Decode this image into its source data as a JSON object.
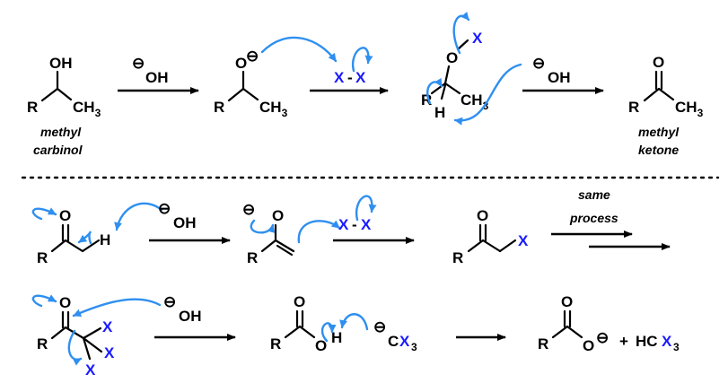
{
  "colors": {
    "text": "#000000",
    "halogen": "#1a1aff",
    "curved_arrow": "#2f8ff0"
  },
  "atoms": {
    "OH": "OH",
    "O": "O",
    "R": "R",
    "H": "H",
    "CH": "CH",
    "three": "3",
    "X": "X",
    "C": "C",
    "dash": "-",
    "minus": "⊖",
    "hydroxide_minus": "⊖",
    "plus": "+",
    "HC": "HC"
  },
  "labels": {
    "methyl_carbinol_1": "methyl",
    "methyl_carbinol_2": "carbinol",
    "methyl_ketone_1": "methyl",
    "methyl_ketone_2": "ketone",
    "same_process_1": "same",
    "same_process_2": "process"
  }
}
